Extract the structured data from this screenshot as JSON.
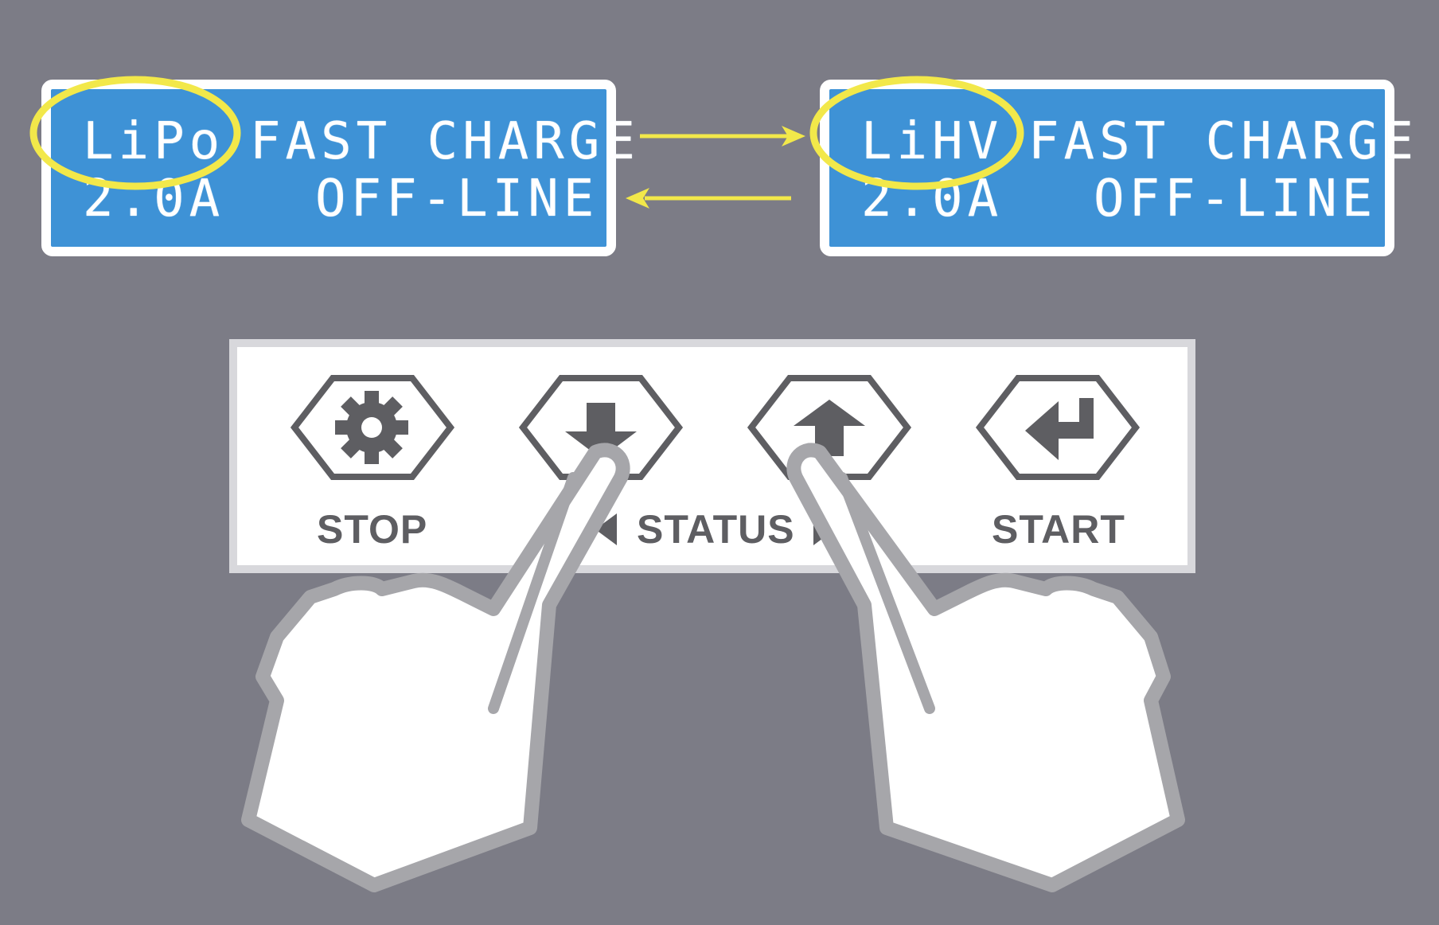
{
  "lcd_left": {
    "chemistry": "LiPo",
    "mode": "FAST CHARGE",
    "current": "2.0A",
    "status": "OFF-LINE"
  },
  "lcd_right": {
    "chemistry": "LiHV",
    "mode": "FAST CHARGE",
    "current": "2.0A",
    "status": "OFF-LINE"
  },
  "buttons": {
    "stop": {
      "label": "STOP",
      "icon": "gear-icon"
    },
    "down": {
      "icon": "arrow-down-icon"
    },
    "up": {
      "icon": "arrow-up-icon"
    },
    "start": {
      "label": "START",
      "icon": "enter-icon"
    },
    "status_label": "STATUS"
  },
  "colors": {
    "background": "#7c7c86",
    "lcd": "#3e92d6",
    "highlight": "#f2e84a",
    "panel_text": "#5e5e62"
  }
}
